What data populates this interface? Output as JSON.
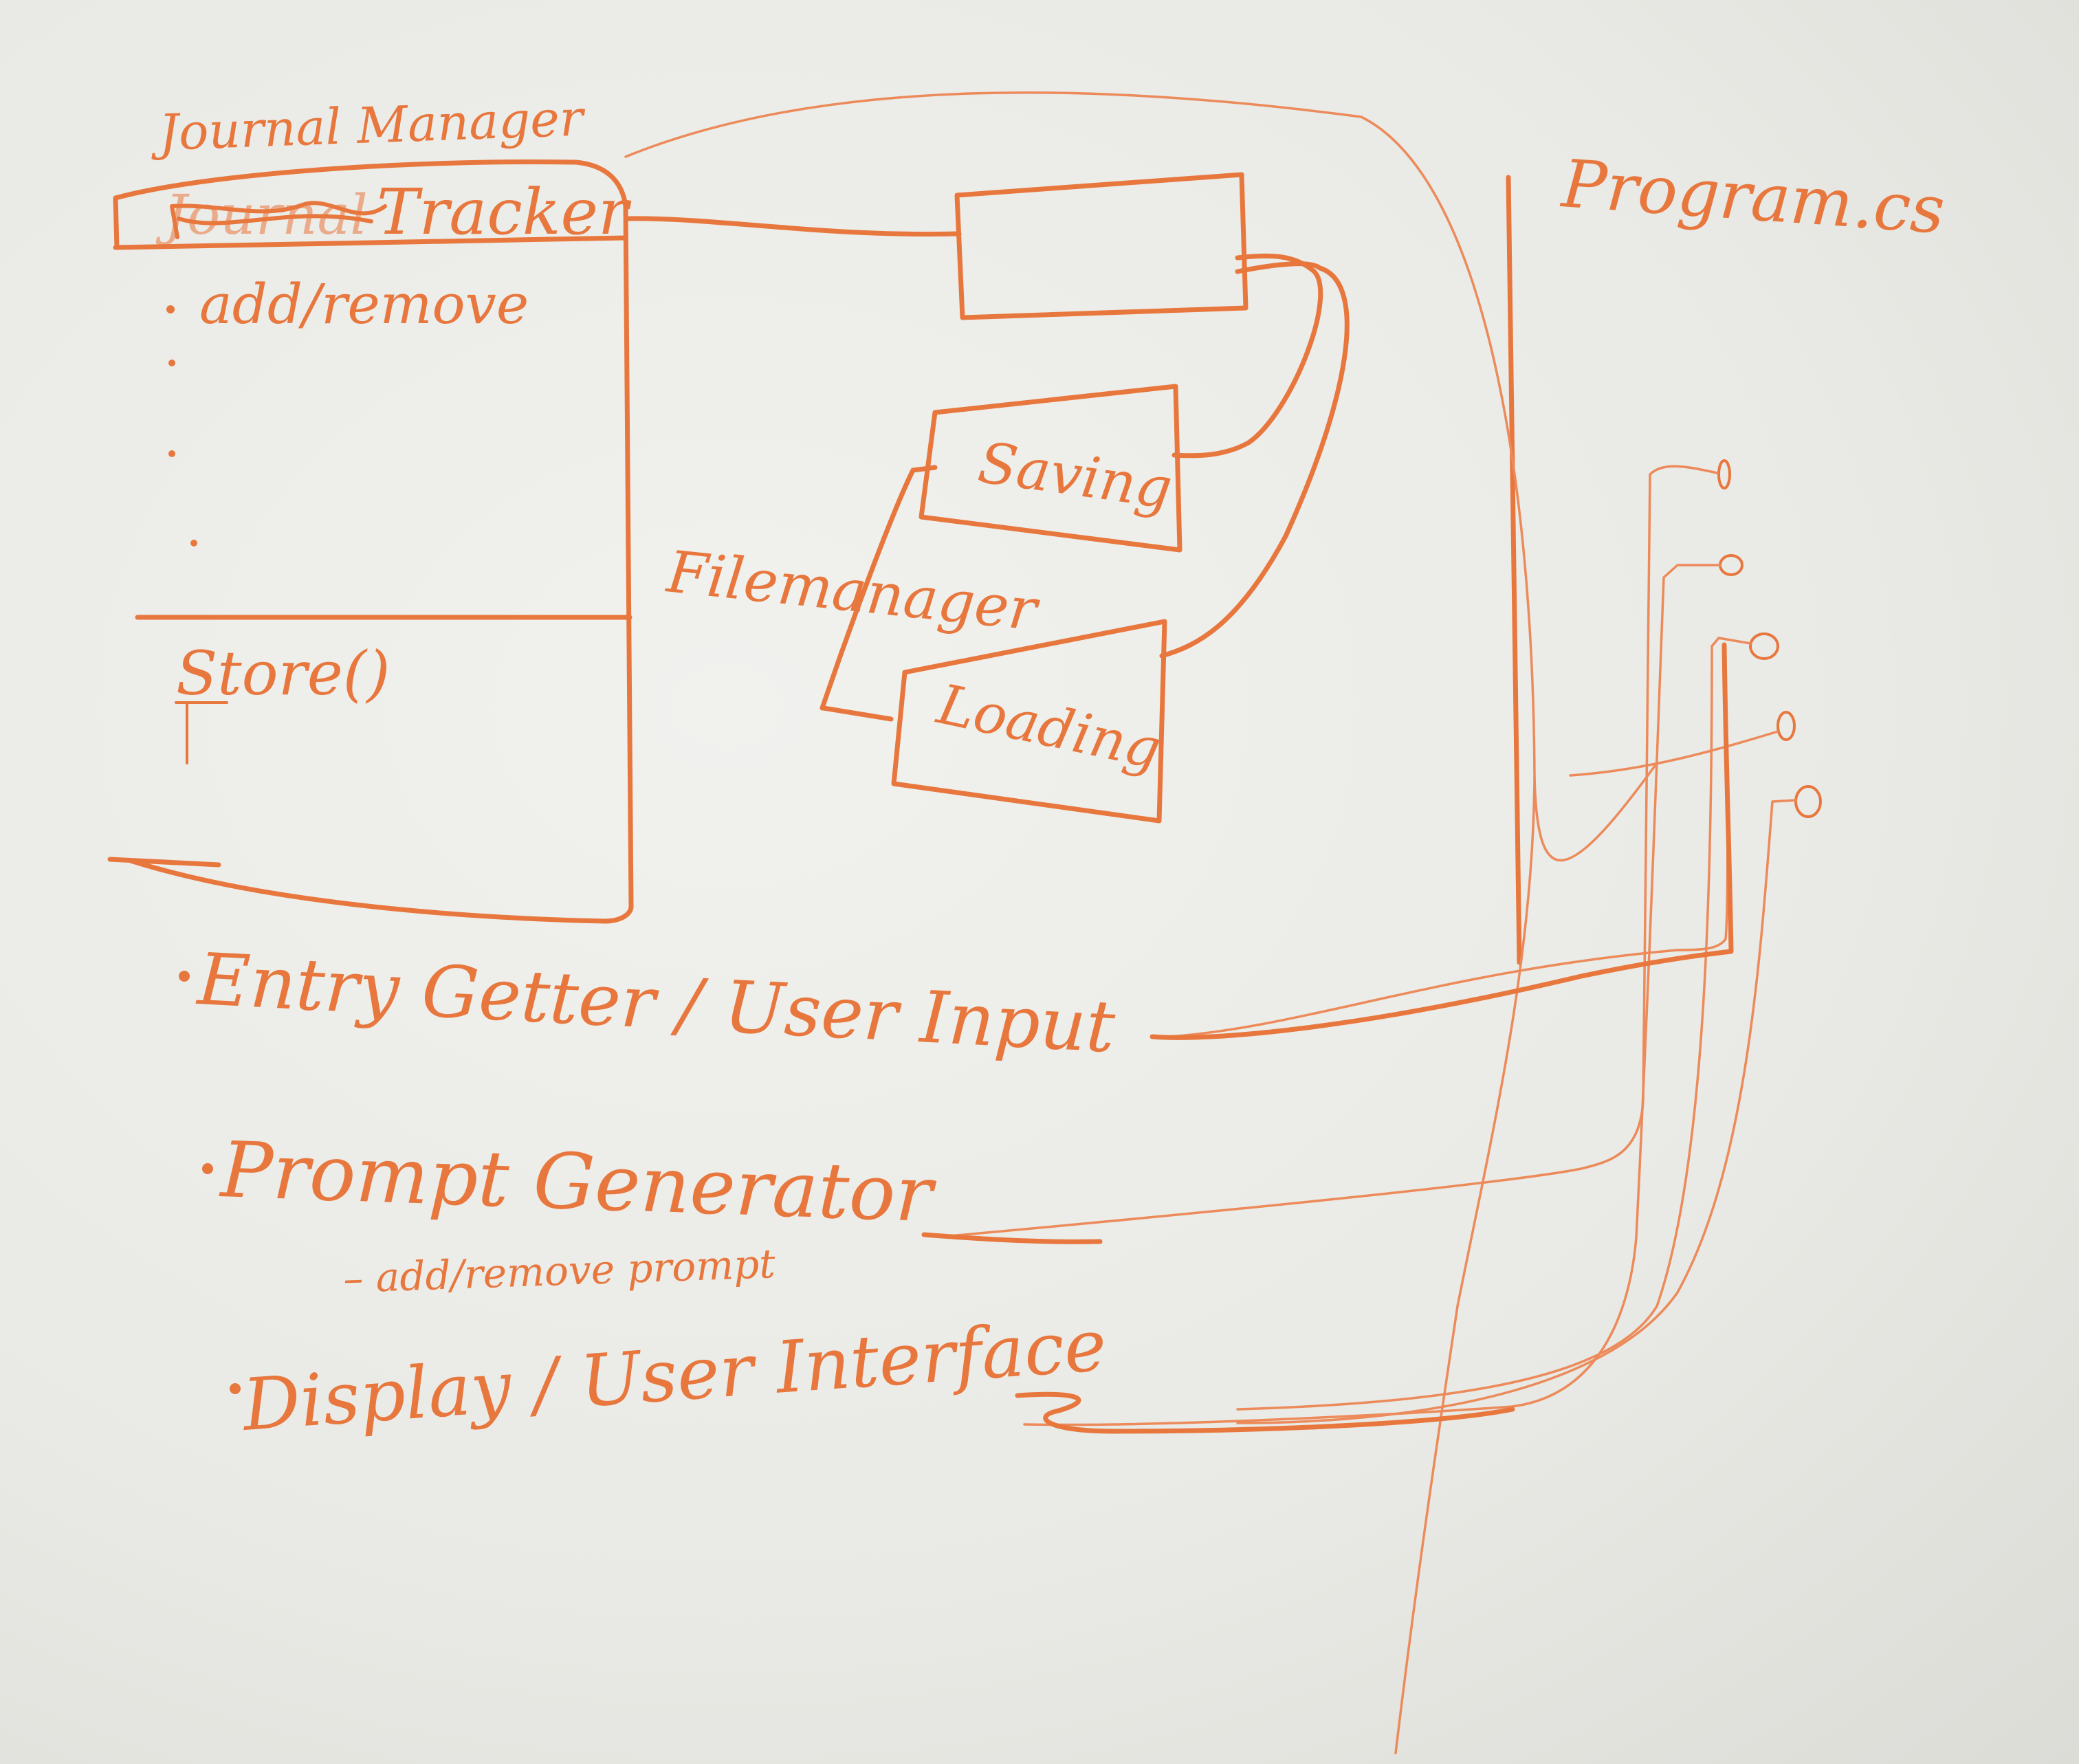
{
  "labels": {
    "journal_manager": "Journal Manager",
    "tracker": "Tracker",
    "struck_text": "Journal",
    "add_remove": "add/remove",
    "store": "Store()",
    "saving": "Saving",
    "loading": "Loading",
    "file_manager": "Filemanager",
    "program": "Program.cs",
    "entry_getter": "Entry Getter / User Input",
    "prompt_generator": "Prompt Generator",
    "add_remove_prompt": "– add/remove prompt",
    "display_ui": "Display / User Interface"
  },
  "colors": {
    "ink": "#e8773e",
    "board": "#eaeae6"
  }
}
